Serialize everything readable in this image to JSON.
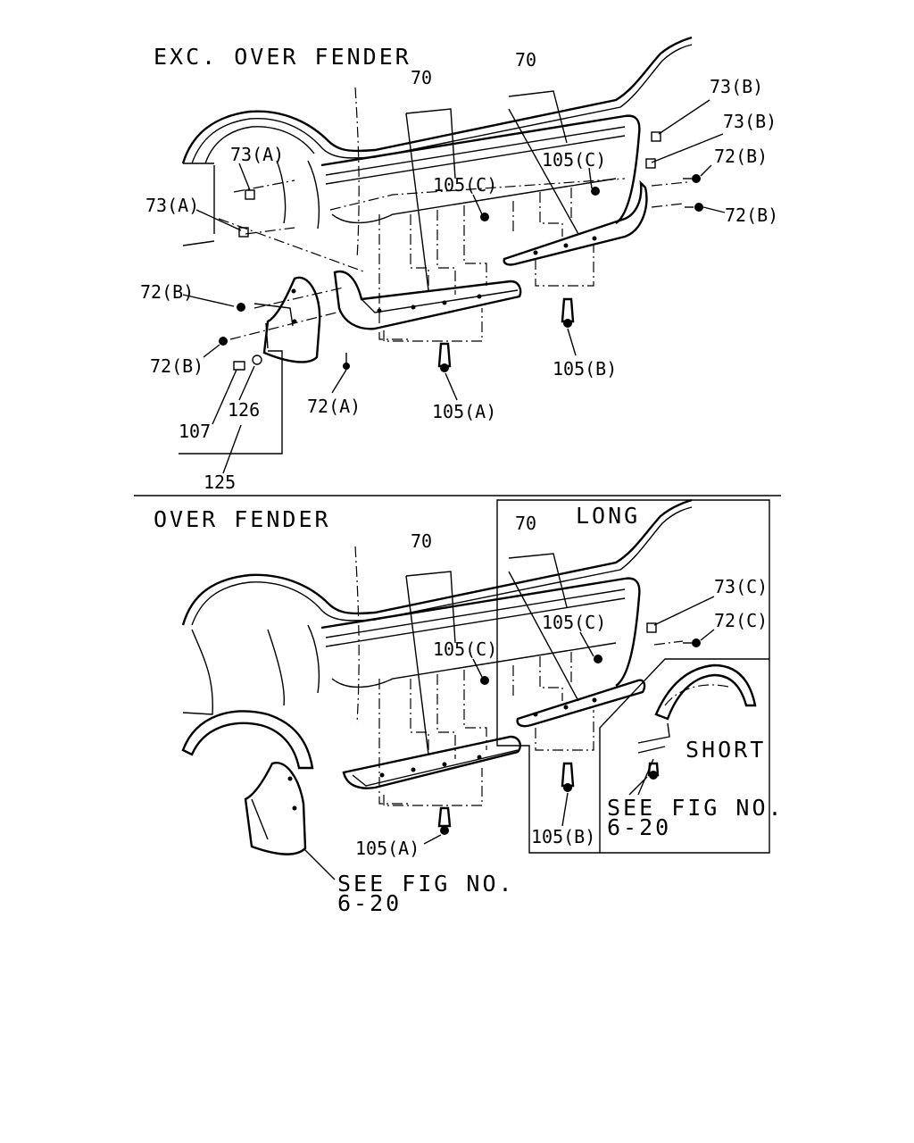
{
  "sections": {
    "top": {
      "heading": "EXC. OVER FENDER"
    },
    "bottom": {
      "heading": "OVER FENDER"
    },
    "long": {
      "heading": "LONG"
    },
    "short": {
      "heading": "SHORT"
    }
  },
  "callouts": {
    "top_70_left": "70",
    "top_70_right": "70",
    "top_73b_1": "73(B)",
    "top_73b_2": "73(B)",
    "top_72b_1": "72(B)",
    "top_72b_2": "72(B)",
    "top_73a_1": "73(A)",
    "top_73a_2": "73(A)",
    "top_105c_1": "105(C)",
    "top_105c_2": "105(C)",
    "top_72b_3": "72(B)",
    "top_72b_4": "72(B)",
    "top_107": "107",
    "top_126": "126",
    "top_125": "125",
    "top_72a": "72(A)",
    "top_105a": "105(A)",
    "top_105b": "105(B)",
    "bot_70_left": "70",
    "bot_70_right": "70",
    "bot_73c": "73(C)",
    "bot_72c": "72(C)",
    "bot_105c_1": "105(C)",
    "bot_105c_2": "105(C)",
    "bot_105a": "105(A)",
    "bot_105b": "105(B)"
  },
  "notes": {
    "see_fig_left_1": "SEE FIG NO.",
    "see_fig_left_2": "6-20",
    "see_fig_right_1": "SEE FIG NO.",
    "see_fig_right_2": "6-20"
  }
}
